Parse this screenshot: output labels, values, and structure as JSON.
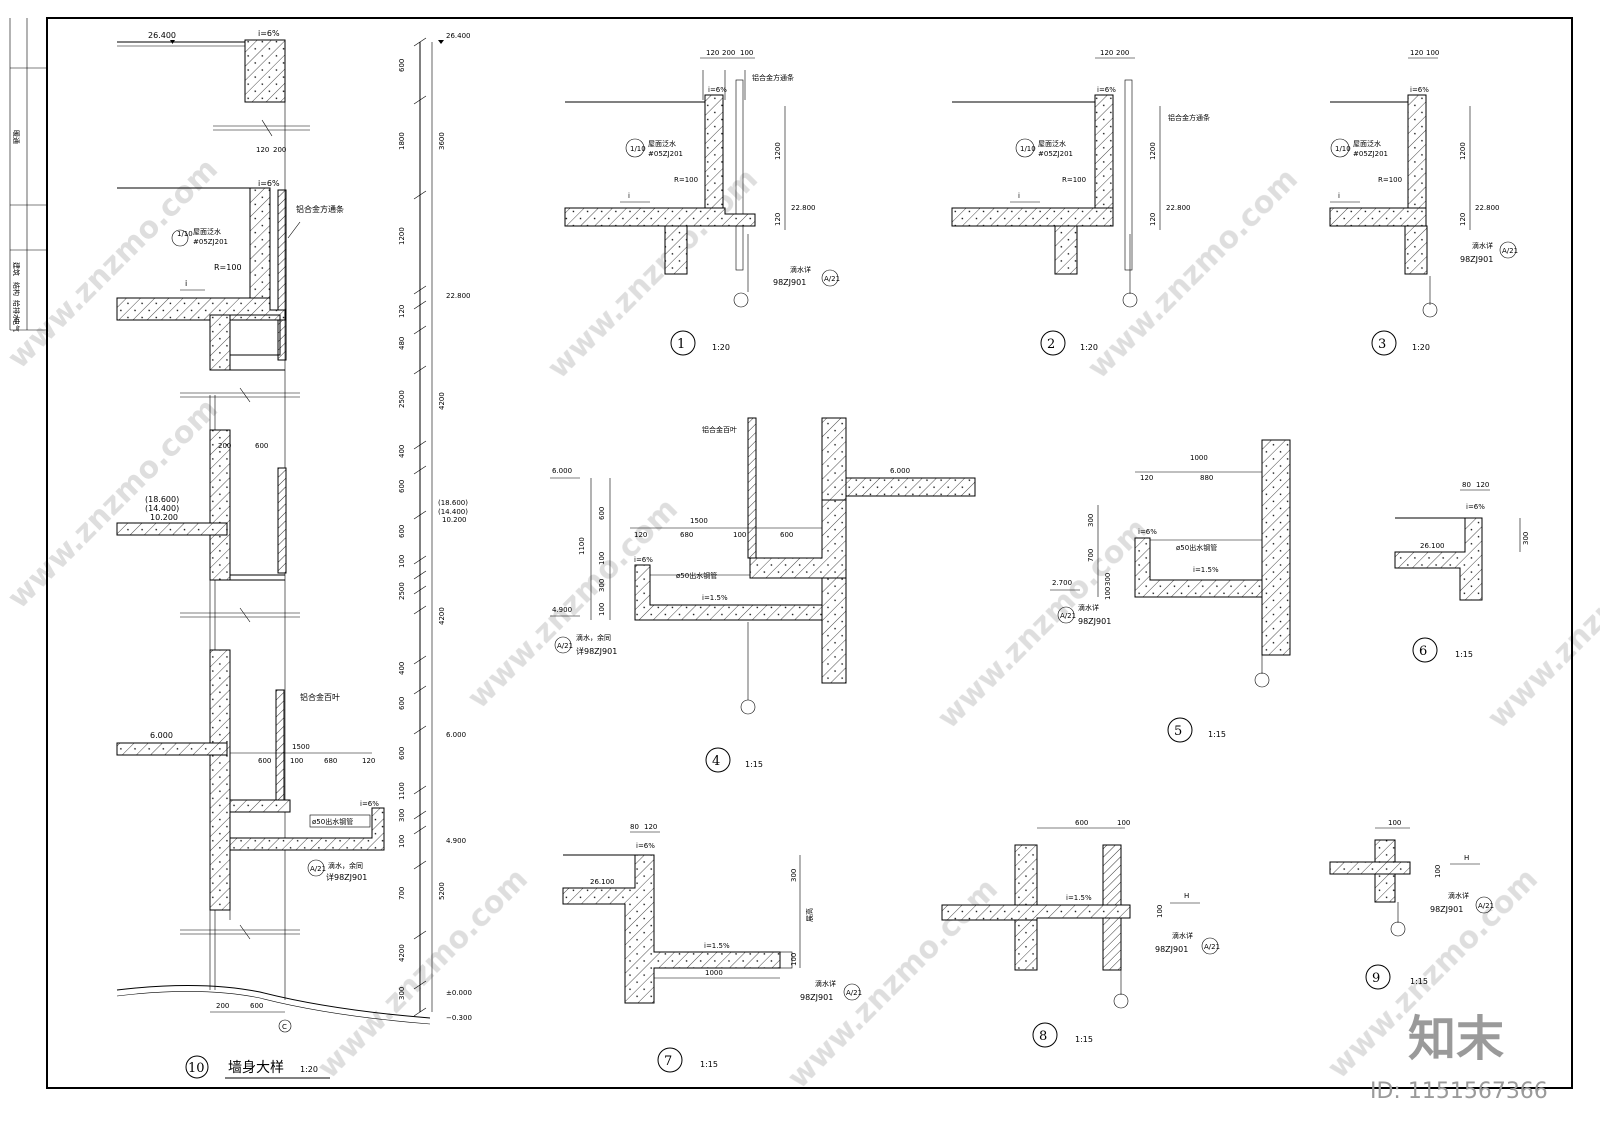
{
  "watermark": "www.znzmo.com",
  "brand": {
    "logo": "知末",
    "id": "ID: 1151567366"
  },
  "title_block": {
    "rows": [
      "建筑",
      "结构",
      "给排水",
      "暖通",
      "电气"
    ]
  },
  "detail10": {
    "number": "10",
    "title": "墙身大样",
    "scale": "1:20",
    "elev_top": "26.400",
    "elev_2280": "22.800",
    "elev_1860": "(18.600)",
    "elev_1440": "(14.400)",
    "elev_1020": "10.200",
    "elev_600": "6.000",
    "elev_490": "4.900",
    "elev_000": "±0.000",
    "elev_neg": "−0.300",
    "slope": "i=6%",
    "roof_label": "屋面泛水",
    "roof_ref": "#05ZJ201",
    "ref_circle": "1/10",
    "radius": "R=100",
    "alum_label": "铝合金方通条",
    "louver_label": "铝合金百叶",
    "pipe_label": "ø50出水钢管",
    "drip_label": "滴水，余同",
    "drip_ref": "详98ZJ901",
    "axis": "C",
    "i_label": "i",
    "d120": "120",
    "d200": "200",
    "d600": "600",
    "d1500": "1500",
    "d680": "680",
    "d100": "100",
    "base_200": "200",
    "base_600": "600",
    "ret_ref": "A/21"
  },
  "dim_chain": {
    "top": "26.400",
    "segs": [
      "600",
      "1800",
      "3600",
      "1200",
      "120",
      "480",
      "2500",
      "4200",
      "400",
      "600",
      "600",
      "100",
      "2500",
      "4200",
      "400",
      "600",
      "600",
      "1100",
      "300",
      "100",
      "700",
      "5200",
      "4200",
      "300"
    ],
    "labels": [
      "22.800",
      "(18.600)",
      "(14.400)",
      "10.200",
      "6.000",
      "4.900",
      "±0.000",
      "−0.300"
    ]
  },
  "detail1": {
    "number": "1",
    "scale": "1:20",
    "dims": [
      "120",
      "200",
      "100"
    ],
    "slope": "i=6%",
    "alum": "铝合金方通条",
    "roof_label": "屋面泛水",
    "ref": "#05ZJ201",
    "radius": "R=100",
    "h1200": "1200",
    "h120": "120",
    "elev": "22.800",
    "drip": "滴水详",
    "drip_ref": "98ZJ901",
    "i_label": "i",
    "circle": "1/10",
    "ret": "A/21"
  },
  "detail2": {
    "number": "2",
    "scale": "1:20",
    "dims": [
      "120",
      "200"
    ],
    "slope": "i=6%",
    "alum": "铝合金方通条",
    "roof_label": "屋面泛水",
    "ref": "#05ZJ201",
    "radius": "R=100",
    "h1200": "1200",
    "h120": "120",
    "elev": "22.800",
    "i_label": "i",
    "circle": "1/10"
  },
  "detail3": {
    "number": "3",
    "scale": "1:20",
    "dims": [
      "120",
      "100"
    ],
    "slope": "i=6%",
    "roof_label": "屋面泛水",
    "ref": "#05ZJ201",
    "radius": "R=100",
    "h1200": "1200",
    "h120": "120",
    "elev": "22.800",
    "drip": "滴水详",
    "drip_ref": "98ZJ901",
    "i_label": "i",
    "circle": "1/10",
    "ret": "A/21"
  },
  "detail4": {
    "number": "4",
    "scale": "1:15",
    "louver": "铝合金百叶",
    "elev_top": "6.000",
    "elev_right": "6.000",
    "elev_bot": "4.900",
    "d1500": "1500",
    "d120": "120",
    "d680": "680",
    "d100": "100",
    "d600": "600",
    "v1100": "1100",
    "v600": "600",
    "v100": "100",
    "v300": "300",
    "v100b": "100",
    "slope": "i=6%",
    "pipe": "ø50出水钢管",
    "slope2": "i=1.5%",
    "drip": "滴水，余同",
    "drip_ref": "详98ZJ901",
    "ret": "A/21"
  },
  "detail5": {
    "number": "5",
    "scale": "1:15",
    "d1000": "1000",
    "d120": "120",
    "d880": "880",
    "v300": "300",
    "v700": "700",
    "v300b": "300",
    "v100": "100",
    "slope": "i=6%",
    "pipe": "ø50出水钢管",
    "slope2": "i=1.5%",
    "elev": "2.700",
    "drip": "滴水详",
    "drip_ref": "98ZJ901",
    "ret": "A/21"
  },
  "detail6": {
    "number": "6",
    "scale": "1:15",
    "dims": [
      "80",
      "120"
    ],
    "slope": "i=6%",
    "elev": "26.100",
    "v300": "300"
  },
  "detail7": {
    "number": "7",
    "scale": "1:15",
    "dims": [
      "80",
      "120"
    ],
    "slope": "i=6%",
    "elev": "26.100",
    "v300": "300",
    "v_mid": "展高",
    "slope2": "i=1.5%",
    "v100": "100",
    "d1000": "1000",
    "drip": "滴水详",
    "drip_ref": "98ZJ901",
    "ret": "A/21"
  },
  "detail8": {
    "number": "8",
    "scale": "1:15",
    "d600": "600",
    "d100": "100",
    "slope": "i=1.5%",
    "h": "H",
    "v100": "100",
    "drip": "滴水详",
    "drip_ref": "98ZJ901",
    "ret": "A/21"
  },
  "detail9": {
    "number": "9",
    "scale": "1:15",
    "d100": "100",
    "h": "H",
    "v100": "100",
    "drip": "滴水详",
    "drip_ref": "98ZJ901",
    "ret": "A/21"
  }
}
